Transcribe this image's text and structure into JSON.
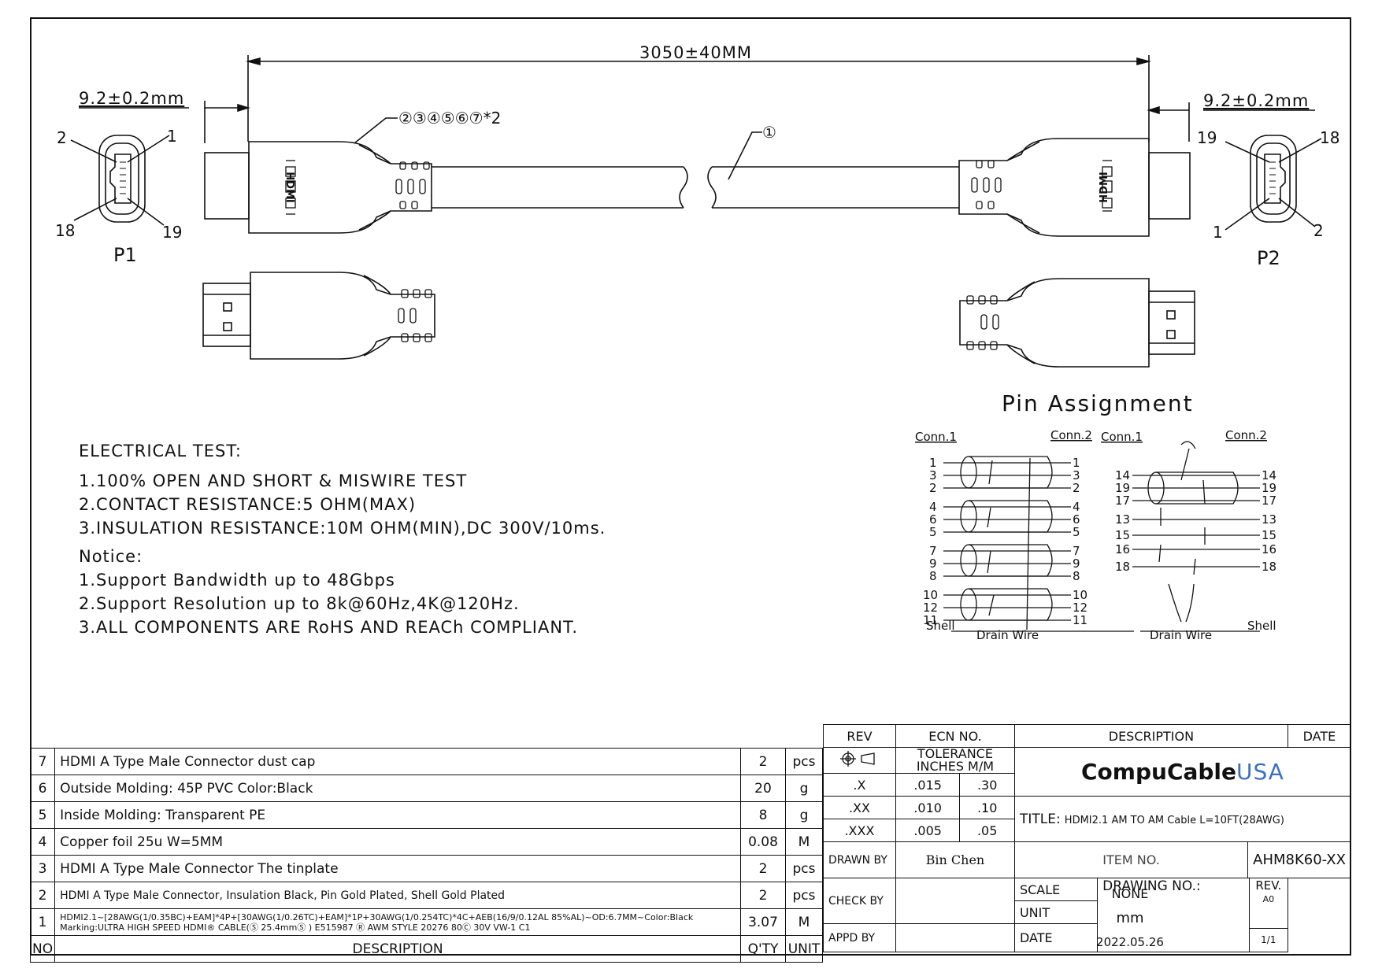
{
  "dimensions": {
    "overall_length": "3050±40MM",
    "left_head": "9.2±0.2mm",
    "right_head": "9.2±0.2mm"
  },
  "callouts": {
    "parts_moldings": "②③④⑤⑥⑦*2",
    "cable": "①"
  },
  "connectors": {
    "p1": {
      "label": "P1",
      "pins": [
        "2",
        "1",
        "18",
        "19"
      ]
    },
    "p2": {
      "label": "P2",
      "pins": [
        "19",
        "18",
        "1",
        "2"
      ]
    },
    "molding_text": "HDMI"
  },
  "electrical_test": {
    "heading": "ELECTRICAL TEST:",
    "items": [
      "1.100% OPEN AND SHORT & MISWIRE TEST",
      "2.CONTACT RESISTANCE:5 OHM(MAX)",
      "3.INSULATION RESISTANCE:10M OHM(MIN),DC 300V/10ms."
    ]
  },
  "notice": {
    "heading": "Notice:",
    "items": [
      "1.Support Bandwidth up to 48Gbps",
      "2.Support Resolution up to 8k@60Hz,4K@120Hz.",
      "3.ALL COMPONENTS ARE RoHS AND REACh COMPLIANT."
    ]
  },
  "pin_assignment": {
    "title": "Pin Assignment",
    "conn1": "Conn.1",
    "conn2": "Conn.2",
    "left_pins": [
      "1",
      "3",
      "2",
      "4",
      "6",
      "5",
      "7",
      "9",
      "8",
      "10",
      "12",
      "11"
    ],
    "right_pins": [
      "14",
      "19",
      "17",
      "13",
      "15",
      "16",
      "18"
    ],
    "shell": "Shell",
    "drain_wire": "Drain Wire"
  },
  "bom": {
    "rows": [
      {
        "no": "7",
        "desc": "HDMI A Type Male Connector dust cap",
        "qty": "2",
        "unit": "pcs"
      },
      {
        "no": "6",
        "desc": "Outside Molding: 45P PVC Color:Black",
        "qty": "20",
        "unit": "g"
      },
      {
        "no": "5",
        "desc": "Inside Molding: Transparent PE",
        "qty": "8",
        "unit": "g"
      },
      {
        "no": "4",
        "desc": "Copper foil 25u W=5MM",
        "qty": "0.08",
        "unit": "M"
      },
      {
        "no": "3",
        "desc": "HDMI A Type Male Connector The tinplate",
        "qty": "2",
        "unit": "pcs"
      },
      {
        "no": "2",
        "desc": "HDMI A Type Male Connector, Insulation Black, Pin Gold Plated, Shell Gold Plated",
        "qty": "2",
        "unit": "pcs"
      },
      {
        "no": "1",
        "desc": "HDMI2.1~[28AWG(1/0.35BC)+EAM]*4P+[30AWG(1/0.26TC)+EAM]*1P+30AWG(1/0.254TC)*4C+AEB(16/9/0.12AL 85%AL)~OD:6.7MM~Color:Black",
        "desc2": "Marking:ULTRA HIGH SPEED HDMI® CABLE(Ⓢ 25.4mmⓈ )  E515987 Ⓡ AWM STYLE 20276 80Ⓒ 30V VW-1 C1",
        "qty": "3.07",
        "unit": "M"
      }
    ],
    "header": {
      "no": "NO",
      "desc": "DESCRIPTION",
      "qty": "Q'TY",
      "unit": "UNIT"
    }
  },
  "title_block": {
    "rev": "REV",
    "ecn": "ECN NO.",
    "description": "DESCRIPTION",
    "date": "DATE",
    "tolerance": "TOLERANCE",
    "inches_mm": "INCHES M/M",
    "tol_rows": [
      {
        "k": ".X",
        "in": ".015",
        "mm": ".30"
      },
      {
        "k": ".XX",
        "in": ".010",
        "mm": ".10"
      },
      {
        "k": ".XXX",
        "in": ".005",
        "mm": ".05"
      }
    ],
    "logo_main": "CompuCable",
    "logo_accent": "USA",
    "title_label": "TITLE:",
    "title_value": "HDMI2.1 AM TO AM Cable L=10FT(28AWG)",
    "drawn_by_label": "DRAWN BY",
    "drawn_by": "Bin Chen",
    "item_no_label": "ITEM NO.",
    "item_no": "AHM8K60-XX",
    "check_by_label": "CHECK BY",
    "scale_label": "SCALE",
    "scale": "NONE",
    "drawing_no_label": "DRAWING NO.:",
    "rev_label": "REV.",
    "rev_value": "A0",
    "unit_label": "UNIT",
    "unit": "mm",
    "appd_by_label": "APPD BY",
    "date_label": "DATE",
    "date_value": "2022.05.26",
    "sheet": "1/1"
  }
}
